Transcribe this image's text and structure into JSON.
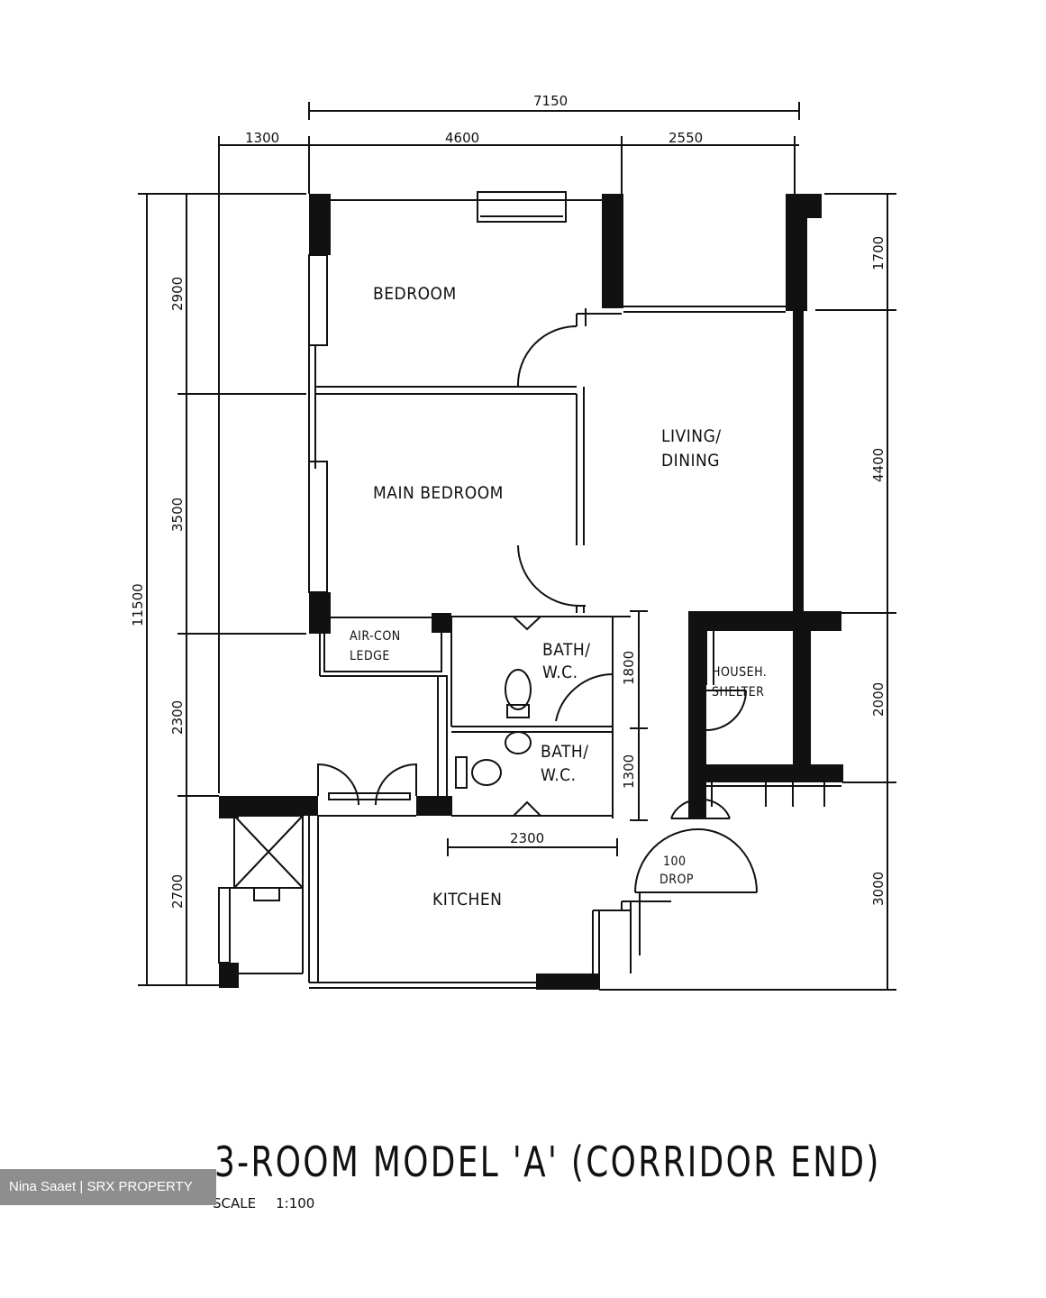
{
  "rooms": {
    "bedroom": "BEDROOM",
    "main_bedroom": "MAIN  BEDROOM",
    "living_1": "LIVING/",
    "living_2": "DINING",
    "aircon_1": "AIR-CON",
    "aircon_2": "LEDGE",
    "bath1_1": "BATH/",
    "bath1_2": "W.C.",
    "bath2_1": "BATH/",
    "bath2_2": "W.C.",
    "shelter_1": "HOUSEH.",
    "shelter_2": "SHELTER",
    "kitchen": "KITCHEN",
    "drop_1": "100",
    "drop_2": "DROP"
  },
  "dimensions": {
    "top_total": "7150",
    "top_left": "1300",
    "top_mid": "4600",
    "top_right": "2550",
    "left_total": "11500",
    "left_1": "2900",
    "left_2": "3500",
    "left_3": "2300",
    "left_4": "2700",
    "right_1": "1700",
    "right_2": "4400",
    "right_3": "2000",
    "right_4": "3000",
    "bath_height": "1800",
    "wc_height": "1300",
    "bath_width": "2300"
  },
  "title": "3-ROOM  MODEL  'A'  (CORRIDOR  END)",
  "scale_label": "SCALE",
  "scale_value": "1:100",
  "watermark": "Nina Saaet | SRX PROPERTY"
}
